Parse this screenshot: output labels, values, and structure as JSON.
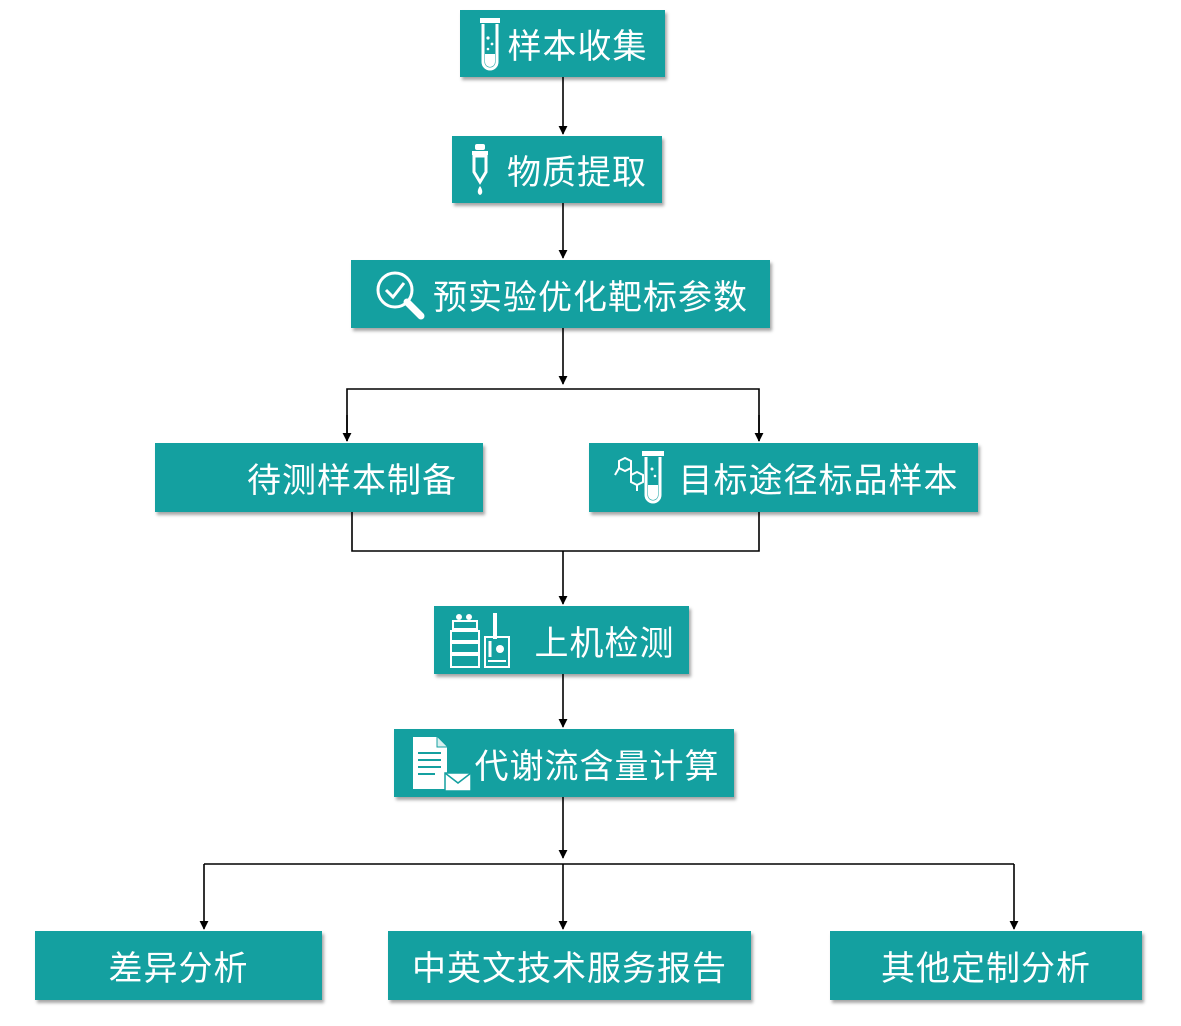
{
  "colors": {
    "node_fill": "#14a0a0",
    "text": "#ffffff",
    "edge": "#000000"
  },
  "nodes": {
    "sample_collection": {
      "label": "样本收集",
      "icon": "test-tube-icon"
    },
    "extraction": {
      "label": "物质提取",
      "icon": "dropper-icon"
    },
    "pre_experiment": {
      "label": "预实验优化靶标参数",
      "icon": "magnifier-check-icon"
    },
    "sample_prep": {
      "label": "待测样本制备"
    },
    "standard_sample": {
      "label": "目标途径标品样本",
      "icon": "molecule-tube-icon"
    },
    "detection": {
      "label": "上机检测",
      "icon": "instrument-icon"
    },
    "flux_calc": {
      "label": "代谢流含量计算",
      "icon": "document-icon"
    },
    "diff_analysis": {
      "label": "差异分析"
    },
    "report": {
      "label": "中英文技术服务报告"
    },
    "custom_analysis": {
      "label": "其他定制分析"
    }
  }
}
